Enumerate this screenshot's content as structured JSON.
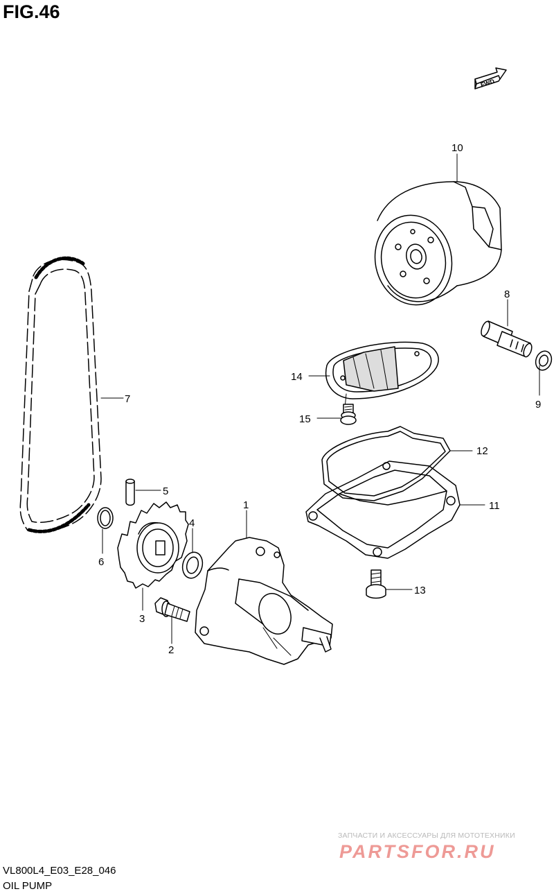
{
  "figure": {
    "title": "FIG.46",
    "direction_marker": "FWD"
  },
  "callouts": [
    {
      "number": "1"
    },
    {
      "number": "2"
    },
    {
      "number": "3"
    },
    {
      "number": "4"
    },
    {
      "number": "5"
    },
    {
      "number": "6"
    },
    {
      "number": "7"
    },
    {
      "number": "8"
    },
    {
      "number": "9"
    },
    {
      "number": "10"
    },
    {
      "number": "11"
    },
    {
      "number": "12"
    },
    {
      "number": "13"
    },
    {
      "number": "14"
    },
    {
      "number": "15"
    }
  ],
  "footer": {
    "code": "VL800L4_E03_E28_046",
    "name": "OIL PUMP"
  },
  "watermark": {
    "tagline": "ЗАПЧАСТИ И АКСЕССУАРЫ ДЛЯ МОТОТЕХНИКИ",
    "logo": "PARTSFOR.RU"
  }
}
